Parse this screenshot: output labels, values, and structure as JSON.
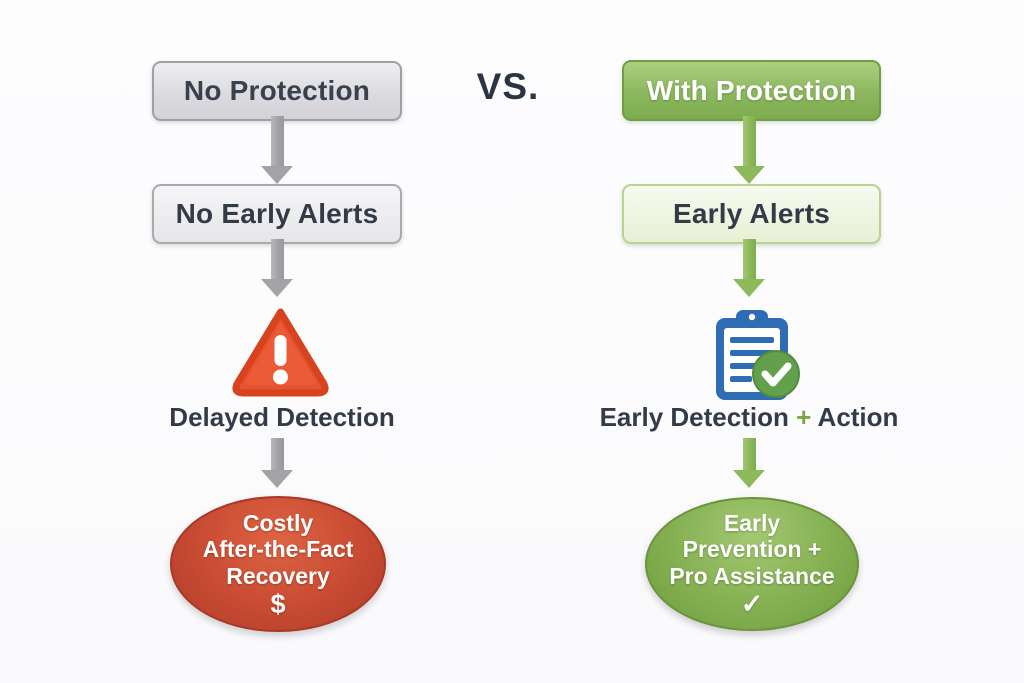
{
  "vs_label": "VS.",
  "colors": {
    "gray_arrow": "#a2a2a7",
    "green_arrow": "#8cb95a",
    "warning_red": "#e65331",
    "outcome_red": "#cc4f35",
    "outcome_green": "#87b254",
    "clipboard_blue": "#2e6cb3",
    "check_green": "#63a04b"
  },
  "left": {
    "title": "No Protection",
    "step2": "No Early Alerts",
    "icon": "warning-triangle",
    "caption": "Delayed Detection",
    "outcome": {
      "lines": [
        "Costly",
        "After-the-Fact",
        "Recovery"
      ],
      "symbol": "$"
    }
  },
  "right": {
    "title": "With Protection",
    "step2": "Early Alerts",
    "icon": "clipboard-check",
    "caption_pre": "Early Detection ",
    "caption_plus": "+",
    "caption_post": " Action",
    "outcome": {
      "lines": [
        "Early",
        "Prevention +",
        "Pro Assistance"
      ],
      "symbol": "✓"
    }
  }
}
